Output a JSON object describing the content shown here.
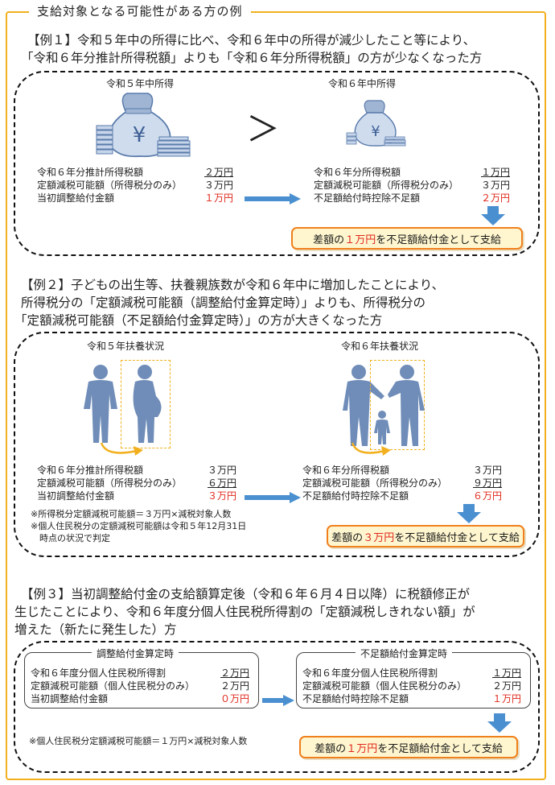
{
  "frame_title": "支給対象となる可能性がある方の例",
  "ex1": {
    "heading_1": "【例１】令和５年中の所得に比べ、令和６年中の所得が減少したこと等により、",
    "heading_2": "「令和６年分推計所得税額」よりも「令和６年分所得税額」の方が少なくなった方",
    "left_caption": "令和５年中所得",
    "right_caption": "令和６年中所得",
    "compare": "＞",
    "left_rows": [
      {
        "label": "令和６年分推計所得税額",
        "value": "２万円"
      },
      {
        "label": "定額減税可能額（所得税分のみ）",
        "value": "３万円"
      },
      {
        "label": "当初調整給付金額",
        "value": "１万円"
      }
    ],
    "right_rows": [
      {
        "label": "令和６年分所得税額",
        "value": "１万円"
      },
      {
        "label": "定額減税可能額（所得税分のみ）",
        "value": "３万円"
      },
      {
        "label": "不足額給付時控除不足額",
        "value": "２万円"
      }
    ],
    "result_pre": "差額の",
    "result_amount": "１万円",
    "result_post": "を不足額給付金として支給"
  },
  "ex2": {
    "heading_1": "【例２】子どもの出生等、扶養親族数が令和６年中に増加したことにより、",
    "heading_2": "所得税分の「定額減税可能額（調整給付金算定時）」よりも、所得税分の",
    "heading_3": "「定額減税可能額（不足額給付金算定時）」の方が大きくなった方",
    "left_caption": "令和５年扶養状況",
    "right_caption": "令和６年扶養状況",
    "left_rows": [
      {
        "label": "令和６年分推計所得税額",
        "value": "３万円"
      },
      {
        "label": "定額減税可能額（所得税分のみ）",
        "value": "６万円"
      },
      {
        "label": "当初調整給付金額",
        "value": "３万円"
      }
    ],
    "right_rows": [
      {
        "label": "令和６年分所得税額",
        "value": "３万円"
      },
      {
        "label": "定額減税可能額（所得税分のみ）",
        "value": "９万円"
      },
      {
        "label": "不足額給付時控除不足額",
        "value": "６万円"
      }
    ],
    "note_1": "※所得税分定額減税可能額＝３万円×減税対象人数",
    "note_2": "※個人住民税分の定額減税可能額は令和５年12月31日",
    "note_3": "　時点の状況で判定",
    "result_pre": "差額の",
    "result_amount": "３万円",
    "result_post": "を不足額給付金として支給"
  },
  "ex3": {
    "heading_1": "【例３】当初調整給付金の支給額算定後（令和６年６月４日以降）に税額修正が",
    "heading_2": "生じたことにより、令和６年度分個人住民税所得割の「定額減税しきれない額」が",
    "heading_3": "増えた（新たに発生した）方",
    "left_title": "調整給付金算定時",
    "right_title": "不足額給付金算定時",
    "left_rows": [
      {
        "label": "令和６年度分個人住民税所得割",
        "value": "２万円"
      },
      {
        "label": "定額減税可能額（個人住民税分のみ）",
        "value": "２万円"
      },
      {
        "label": "当初調整給付金額",
        "value": "０万円"
      }
    ],
    "right_rows": [
      {
        "label": "令和６年度分個人住民税所得割",
        "value": "１万円"
      },
      {
        "label": "定額減税可能額（個人住民税分のみ）",
        "value": "２万円"
      },
      {
        "label": "不足額給付時控除不足額",
        "value": "１万円"
      }
    ],
    "note": "※個人住民税分定額減税可能額＝１万円×減税対象人数",
    "result_pre": "差額の",
    "result_amount": "１万円",
    "result_post": "を不足額給付金として支給"
  },
  "colors": {
    "frame": "#f2b01e",
    "accent_red": "#e0281c",
    "arrow_blue": "#4a8fd0",
    "figure_blue": "#6f8db8",
    "result_border": "#f0801c",
    "result_fill": "#fff6cf"
  }
}
